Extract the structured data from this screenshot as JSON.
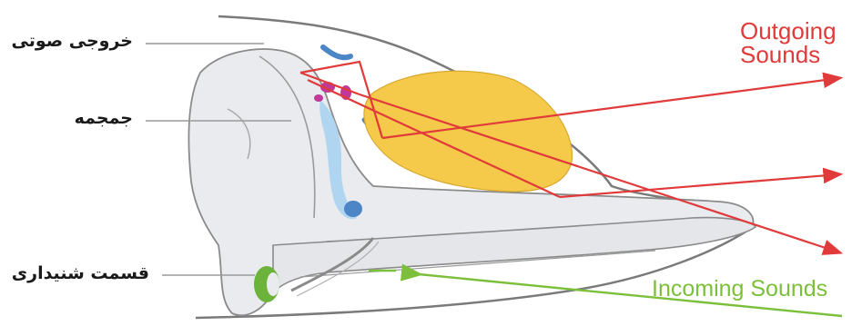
{
  "labels": {
    "speaker_fa": "خروجی صوتی",
    "skull_fa": "جمجمه",
    "hearing_fa": "قسمت شنیداری",
    "outgoing_line1": "Outgoing",
    "outgoing_line2": "Sounds",
    "incoming": "Incoming Sounds"
  },
  "colors": {
    "outgoing": "#e03a3a",
    "incoming": "#7bbf3a",
    "melon": "#f5c94a",
    "skull": "#e9ebee",
    "air_sacs": "#a9d3ef",
    "ear": "#6cb33b",
    "lips": "#c0399a",
    "outline": "#7a7a7a"
  }
}
